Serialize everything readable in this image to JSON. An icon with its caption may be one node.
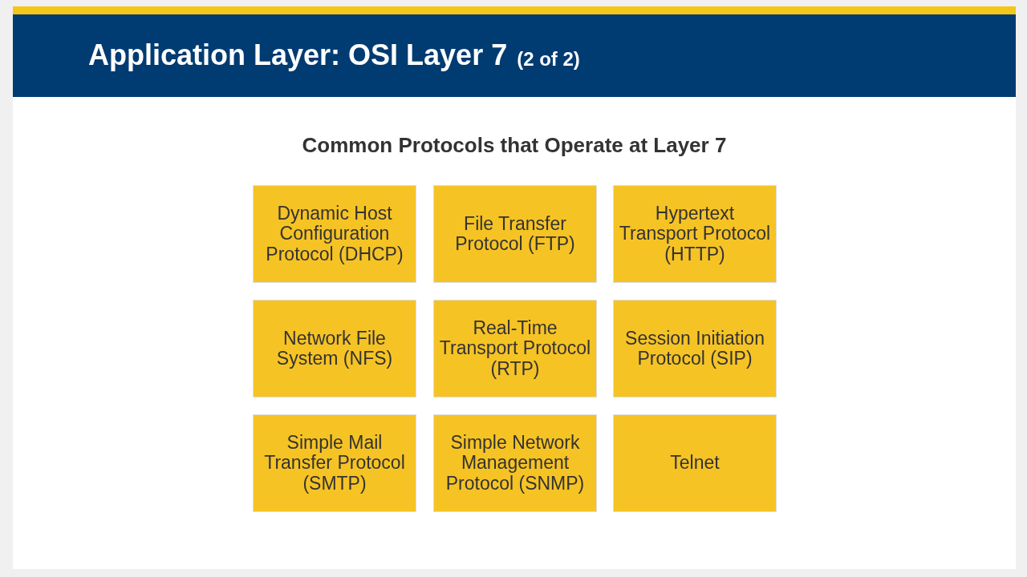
{
  "diagram": {
    "title": "Application Layer: OSI Layer 7",
    "nodes": [
      {
        "text": [
          "Dynamic Host Configuration Protocol (DHCP)"
        ]
      },
      {
        "text": [
          "File Transfer Protocol (FTP)"
        ]
      },
      {
        "text": [
          "Hypertext Transport Protocol (HTTP)"
        ]
      },
      {
        "text": [
          "Network File System (NFS)"
        ]
      },
      {
        "text": [
          "Real-Time Transport Protocol (RTP)"
        ]
      },
      {
        "text": [
          "Session Initiation Protocol (SIP)"
        ]
      },
      {
        "text": [
          "Simple Mail Transfer Protocol (SMTP)"
        ]
      },
      {
        "text": [
          "Simple Network Management Protocol (SNMP)"
        ]
      },
      {
        "text": [
          "Telnet"
        ]
      }
    ],
    "edges": [],
    "labels": [
      "(2 of 2)",
      "Common Protocols that Operate at Layer 7"
    ]
  }
}
